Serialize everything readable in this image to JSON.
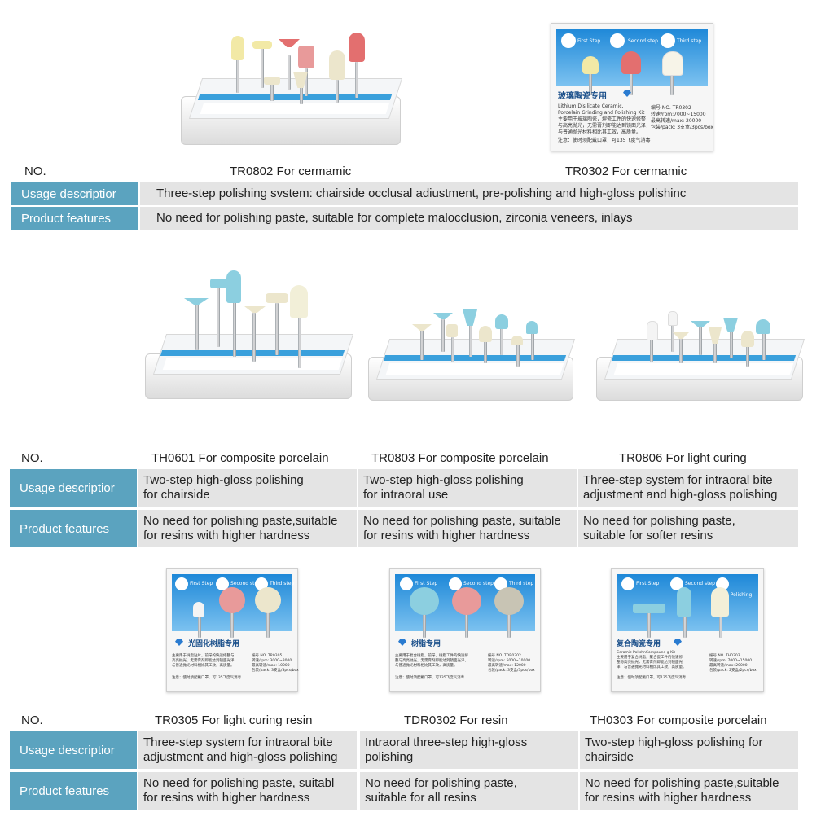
{
  "no_label": "NO.",
  "usage_label": "Usage descriptior",
  "features_label": "Product features",
  "row1": {
    "models": [
      "TR0802  For cermamic",
      "TR0302  For cermamic"
    ],
    "usage": "Three-step polishing svstem: chairside occlusal adiustment, pre-polishing and high-gloss polishinc",
    "features": "No need for polishing paste, suitable for complete malocclusion, zirconia veneers, inlays"
  },
  "row2": {
    "models": [
      "TH0601 For composite porcelain",
      "TR0803  For composite porcelain",
      "TR0806  For light curing"
    ],
    "usage": [
      "Two-step high-gloss polishing\nfor chairside",
      "Two-step high-gloss polishing\nfor intraoral use",
      "Three-step system for intraoral bite\nadjustment and high-gloss polishing"
    ],
    "features": [
      "No need for polishing paste,suitable\nfor resins with higher hardness",
      "No need for polishing paste, suitable\nfor resins with higher hardness",
      "No need for polishing paste,\nsuitable for softer resins"
    ]
  },
  "row3": {
    "models": [
      "TR0305   For light curing resin",
      "TDR0302   For resin",
      "TH0303  For composite porcelain"
    ],
    "usage": [
      "Three-step system for intraoral bite\nadjustment and high-gloss polishing",
      "Intraoral three-step high-gloss\npolishing",
      "Two-step high-gloss polishing for\nchairside"
    ],
    "features": [
      "No need for polishing paste, suitabl\nfor resins with higher hardness",
      "No need for polishing paste,\nsuitable for all resins",
      "No need for polishing paste,suitable\nfor resins with higher hardness"
    ]
  },
  "boxes": {
    "tr0302": {
      "title": "玻璃陶瓷专用",
      "subtitle": "Lithium Disilicate Ceramic, Porcelain Grinding and Polishing Kit",
      "desc": "主要用于玻璃陶瓷，焊瓷工件的快速修整\n与高亮抛光，无需膏剂即能达到镜面光泽，\n与普通抛光材料相比其工效，高质量。",
      "note": "注意：使时须配戴口罩，可135飞度气消毒",
      "specs": "编号 NO. TR0302\n转速/rpm:7000~15000\n最高转速/max: 20000\n包装/pack: 3支盒/3pcs/box",
      "steps": [
        "First Step",
        "Second step",
        "Third step"
      ]
    },
    "tr0305": {
      "title": "光固化树脂专用",
      "desc": "主要用于树脂贴片，前牙的快速修整与\n高亮抛光，无需膏剂即能达到镜面光泽，\n与普通抛光材料相比其工效，高质量。",
      "note": "注意：使时须配戴口罩，可135飞度气消毒",
      "specs": "编号 NO. TR0305\n转速/rpm: 3000~8000\n最高转速/max: 10000\n包装/pack: 3支盒/3pcs/box",
      "steps": [
        "First Step",
        "Second step",
        "Third step"
      ]
    },
    "tdr0302": {
      "title": "树脂专用",
      "desc": "主要用于复合树脂，前牙，树脂工件的快速修\n整与高亮抛光，无需膏剂即能达到镜面光泽，\n与普通抛光材料相比其工效，高质量。",
      "note": "注意：使时须配戴口罩，可135飞度气消毒",
      "specs": "编号 NO. TDR0302\n转速/rpm: 5000~10000\n最高转速/max: 12000\n包装/pack: 3支盒/3pcs/box",
      "steps": [
        "First Step",
        "Second step",
        "Third step"
      ]
    },
    "th0303": {
      "title": "复合陶瓷专用",
      "subtitle": "Ceramic PolishnCompound g Kit",
      "desc": "主要用于复合树脂，聚合瓷工件的快速修\n整与高亮抛光，无需膏剂即能达到镜面光\n泽，与普通抛光材料相比其工效，高质量。",
      "note": "注意：使时须配戴口罩，可135飞度气消毒",
      "specs": "编号 NO. TH0303\n转速/rpm: 7000~15000\n最高转速/max: 20000\n包装/pack: 2支盒/2pcs/box",
      "steps": [
        "First Step",
        "Second step",
        "High Polishing"
      ]
    }
  },
  "colors": {
    "label_bg": "#5ba3bf",
    "cell_bg": "#e4e4e4",
    "tray_strip": "#3aa0dc",
    "tip_yellow": "#f2e9a6",
    "tip_pink": "#e89a9a",
    "tip_red": "#e36f6f",
    "tip_cream": "#ece6cc",
    "tip_blue": "#8ccfe0"
  }
}
